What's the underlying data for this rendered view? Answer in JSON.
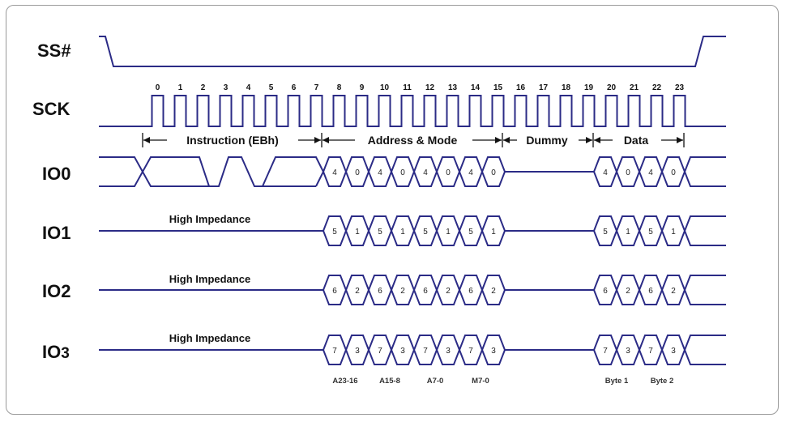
{
  "signals": {
    "ss": "SS#",
    "sck": "SCK",
    "io0": "IO0",
    "io1": "IO1",
    "io2": "IO2",
    "io3_main": "IO",
    "io3_sub": "3"
  },
  "clock_numbers": [
    "0",
    "1",
    "2",
    "3",
    "4",
    "5",
    "6",
    "7",
    "8",
    "9",
    "10",
    "11",
    "12",
    "13",
    "14",
    "15",
    "16",
    "17",
    "18",
    "19",
    "20",
    "21",
    "22",
    "23"
  ],
  "phases": {
    "instruction": "Instruction (EBh)",
    "address": "Address & Mode",
    "dummy": "Dummy",
    "data": "Data"
  },
  "high_impedance": "High Impedance",
  "io0_values": {
    "address": [
      "4",
      "0",
      "4",
      "0",
      "4",
      "0",
      "4",
      "0"
    ],
    "data": [
      "4",
      "0",
      "4",
      "0"
    ]
  },
  "io1_values": {
    "address": [
      "5",
      "1",
      "5",
      "1",
      "5",
      "1",
      "5",
      "1"
    ],
    "data": [
      "5",
      "1",
      "5",
      "1"
    ]
  },
  "io2_values": {
    "address": [
      "6",
      "2",
      "6",
      "2",
      "6",
      "2",
      "6",
      "2"
    ],
    "data": [
      "6",
      "2",
      "6",
      "2"
    ]
  },
  "io3_values": {
    "address": [
      "7",
      "3",
      "7",
      "3",
      "7",
      "3",
      "7",
      "3"
    ],
    "data": [
      "7",
      "3",
      "7",
      "3"
    ]
  },
  "bottom_labels": {
    "a23_16": "A23-16",
    "a15_8": "A15-8",
    "a7_0": "A7-0",
    "m7_0": "M7-0",
    "byte1": "Byte 1",
    "byte2": "Byte 2"
  },
  "colors": {
    "wave": "#2b2b86",
    "text": "#111111"
  }
}
